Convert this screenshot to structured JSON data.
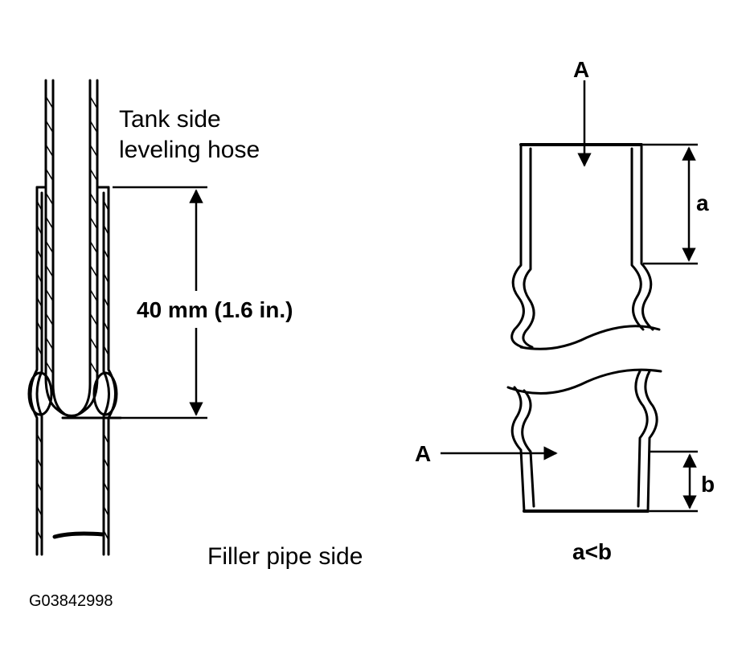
{
  "labels": {
    "tank_side_line1": "Tank side",
    "tank_side_line2": "leveling hose",
    "dimension": "40 mm (1.6 in.)",
    "filler_pipe_side": "Filler pipe side",
    "arrow_a_top": "A",
    "arrow_a_side": "A",
    "dim_a": "a",
    "dim_b": "b",
    "relation": "a<b",
    "figure_code": "G03842998"
  }
}
